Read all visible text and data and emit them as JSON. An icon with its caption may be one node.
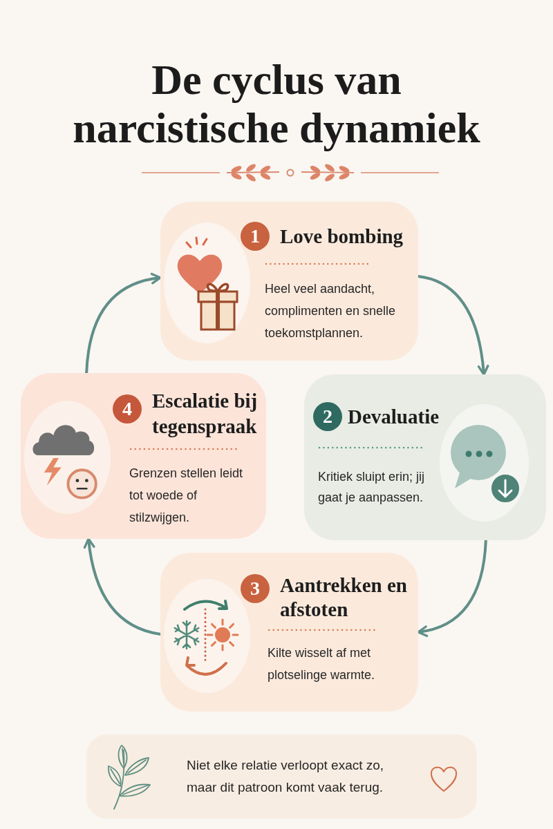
{
  "diagram": {
    "title": "De cyclus van narcistische dynamiek",
    "nodes": [
      {
        "text": [
          "1",
          "Love bombing",
          "Heel veel aandacht, complimenten en snelle toekomstplannen."
        ]
      },
      {
        "text": [
          "4",
          "Escalatie bij tegenspraak",
          "Grenzen stellen leidt tot woede of stilzwijgen."
        ]
      },
      {
        "text": [
          "2",
          "Devaluatie",
          "Kritiek sluipt erin; jij gaat je aanpassen."
        ]
      },
      {
        "text": [
          "3",
          "Aantrekken en afstoten",
          "Kilte wisselt af met plotselinge warmte."
        ]
      },
      {
        "text": [
          "Niet elke relatie verloopt exact zo, maar dit patroon komt vaak terug."
        ]
      }
    ],
    "edges": [
      {
        "from": 0,
        "to": 2,
        "arrow": "to"
      },
      {
        "from": 2,
        "to": 3,
        "arrow": "to"
      },
      {
        "from": 3,
        "to": 1,
        "arrow": "to"
      },
      {
        "from": 1,
        "to": 0,
        "arrow": "to"
      }
    ]
  }
}
